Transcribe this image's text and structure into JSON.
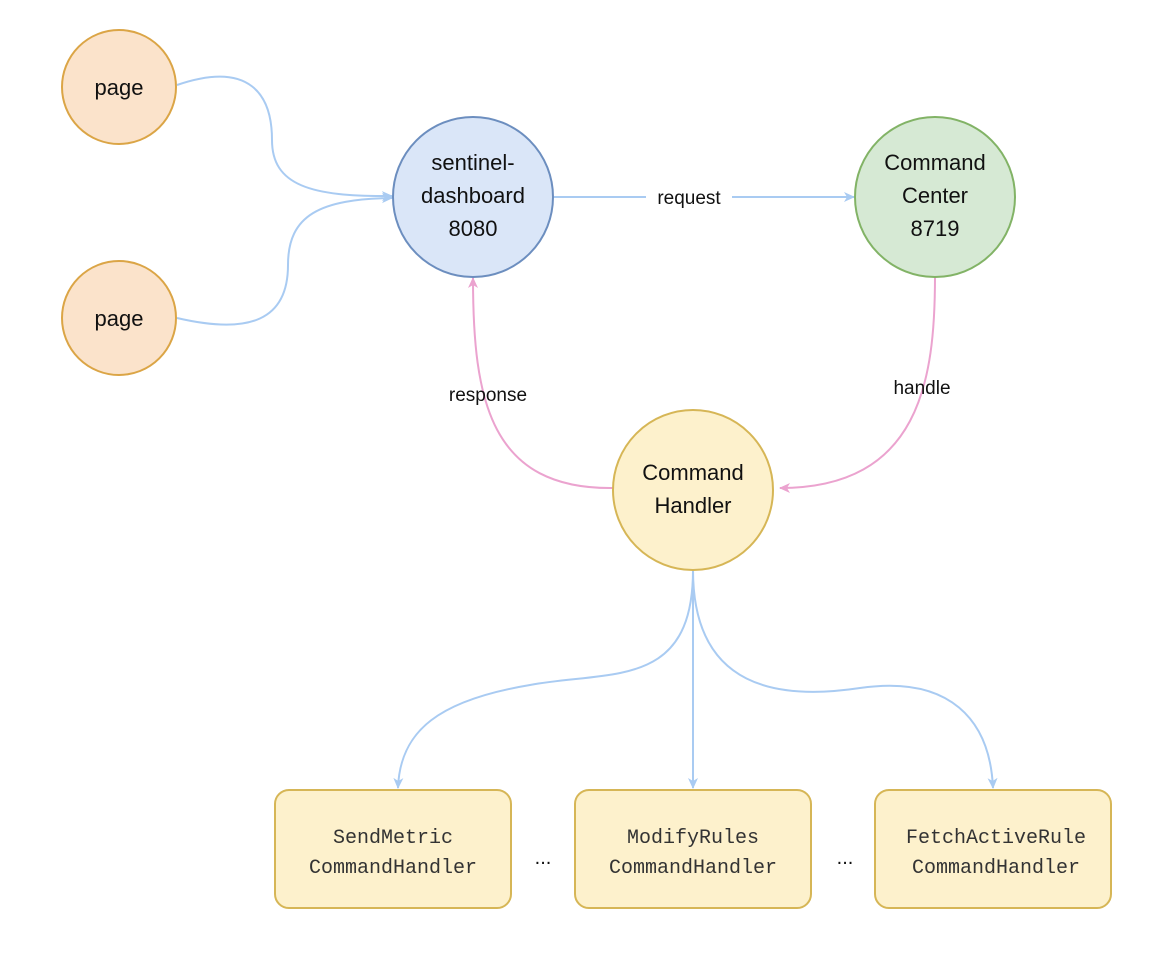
{
  "colors": {
    "page_fill": "#fbe3cb",
    "page_stroke": "#dba546",
    "dashboard_fill": "#dae6f8",
    "dashboard_stroke": "#6c8ebf",
    "center_fill": "#d6e9d4",
    "center_stroke": "#82b366",
    "handler_fill": "#fdf1cc",
    "handler_stroke": "#d6b656",
    "blue_edge": "#a9cbf2",
    "pink_edge": "#eba3cf"
  },
  "nodes": {
    "page_1": {
      "label": "page"
    },
    "page_2": {
      "label": "page"
    },
    "dashboard": {
      "lines": [
        "sentinel-",
        "dashboard",
        "8080"
      ]
    },
    "command_center": {
      "lines": [
        "Command",
        "Center",
        "8719"
      ]
    },
    "command_handler": {
      "lines": [
        "Command",
        "Handler"
      ]
    }
  },
  "edges": {
    "request": "request",
    "response": "response",
    "handle": "handle"
  },
  "handlers": [
    {
      "lines": [
        "SendMetric",
        "CommandHandler"
      ]
    },
    {
      "lines": [
        "ModifyRules",
        "CommandHandler"
      ]
    },
    {
      "lines": [
        "FetchActiveRule",
        "CommandHandler"
      ]
    }
  ],
  "ellipsis": [
    "...",
    "..."
  ]
}
